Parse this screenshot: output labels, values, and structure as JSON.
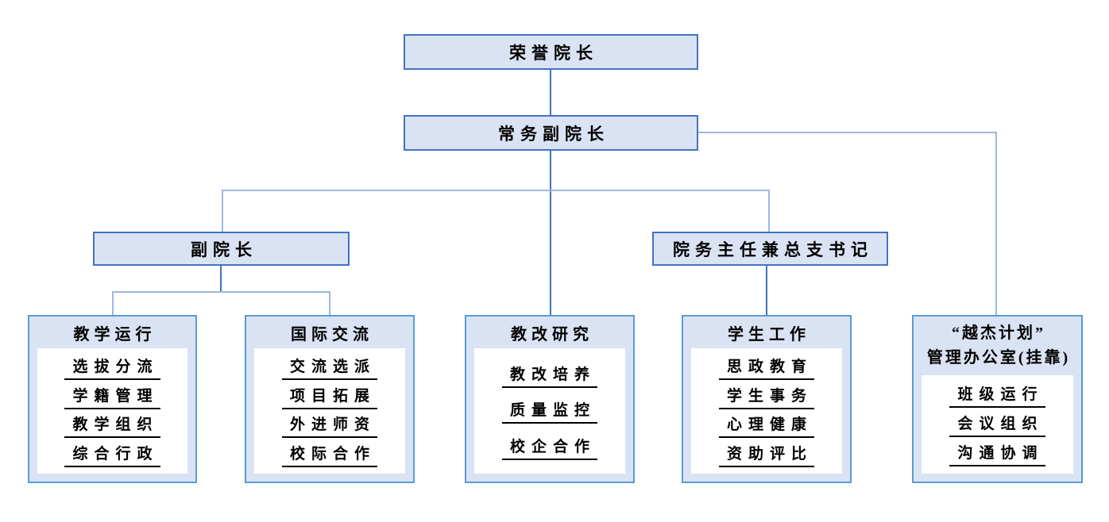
{
  "colors": {
    "node_fill": "#dae3f3",
    "node_border": "#4472c4",
    "dept_border": "#5b9bd5",
    "connector_strong": "#4472c4",
    "connector_light": "#9db8de",
    "text": "#000000",
    "panel_fill": "#ffffff"
  },
  "nodes": {
    "honorary_dean": "荣誉院长",
    "executive_vice_dean": "常务副院长",
    "vice_dean": "副院长",
    "office_director": "院务主任兼总支书记"
  },
  "departments": [
    {
      "title": "教学运行",
      "items": [
        "选拔分流",
        "学籍管理",
        "教学组织",
        "综合行政"
      ]
    },
    {
      "title": "国际交流",
      "items": [
        "交流选派",
        "项目拓展",
        "外进师资",
        "校际合作"
      ]
    },
    {
      "title": "教改研究",
      "items": [
        "教改培养",
        "质量监控",
        "校企合作"
      ]
    },
    {
      "title": "学生工作",
      "items": [
        "思政教育",
        "学生事务",
        "心理健康",
        "资助评比"
      ]
    },
    {
      "title_lines": [
        "“越杰计划”",
        "管理办公室(挂靠)"
      ],
      "items": [
        "班级运行",
        "会议组织",
        "沟通协调"
      ]
    }
  ]
}
